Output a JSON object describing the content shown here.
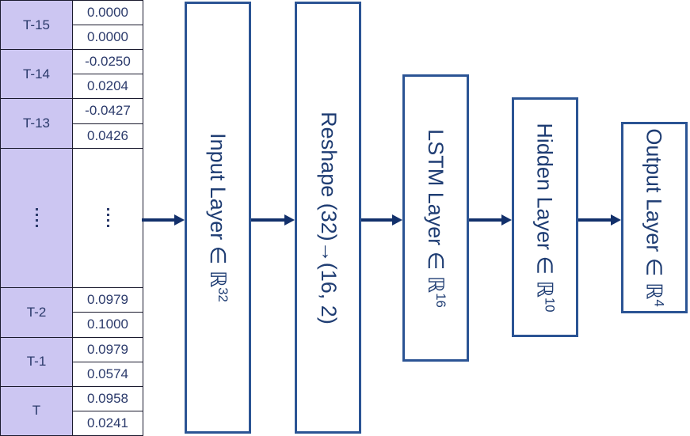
{
  "colors": {
    "step_cell_bg": "#CCC6F2",
    "value_cell_bg": "#FFFFFF",
    "cell_border": "#1A1A2E",
    "box_border": "#2B5494",
    "box_text": "#1F3D73",
    "arrow": "#12306B",
    "page_bg": "#FFFFFF"
  },
  "input_table": {
    "ellipsis": "⋮",
    "rows": [
      {
        "step": "T-15",
        "values": [
          "0.0000",
          "0.0000"
        ]
      },
      {
        "step": "T-14",
        "values": [
          "-0.0250",
          "0.0204"
        ]
      },
      {
        "step": "T-13",
        "values": [
          "-0.0427",
          "0.0426"
        ]
      },
      {
        "step": "⋮",
        "values": [
          "⋮"
        ]
      },
      {
        "step": "T-2",
        "values": [
          "0.0979",
          "0.1000"
        ]
      },
      {
        "step": "T-1",
        "values": [
          "0.0979",
          "0.0574"
        ]
      },
      {
        "step": "T",
        "values": [
          "0.0958",
          "0.0241"
        ]
      }
    ]
  },
  "layers": [
    {
      "id": "input",
      "name": "Input Layer",
      "relation": "∈",
      "space": "ℝ",
      "dim": "32",
      "full_label": "Input Layer ∈ ℝ³²"
    },
    {
      "id": "reshape",
      "name": "Reshape (32)→(16, 2)",
      "relation": "",
      "space": "",
      "dim": "",
      "full_label": "Reshape (32)→(16, 2)"
    },
    {
      "id": "lstm",
      "name": "LSTM Layer",
      "relation": "∈",
      "space": "ℝ",
      "dim": "16",
      "full_label": "LSTM Layer ∈ ℝ¹⁶"
    },
    {
      "id": "hidden",
      "name": "Hidden Layer",
      "relation": "∈",
      "space": "ℝ",
      "dim": "10",
      "full_label": "Hidden Layer ∈ ℝ¹⁰"
    },
    {
      "id": "output",
      "name": "Output Layer",
      "relation": "∈",
      "space": "ℝ",
      "dim": "4",
      "full_label": "Output Layer ∈ ℝ⁴"
    }
  ],
  "arrows": [
    {
      "from": "input-table",
      "to": "input-layer"
    },
    {
      "from": "input-layer",
      "to": "reshape-layer"
    },
    {
      "from": "reshape-layer",
      "to": "lstm-layer"
    },
    {
      "from": "lstm-layer",
      "to": "hidden-layer"
    },
    {
      "from": "hidden-layer",
      "to": "output-layer"
    }
  ]
}
